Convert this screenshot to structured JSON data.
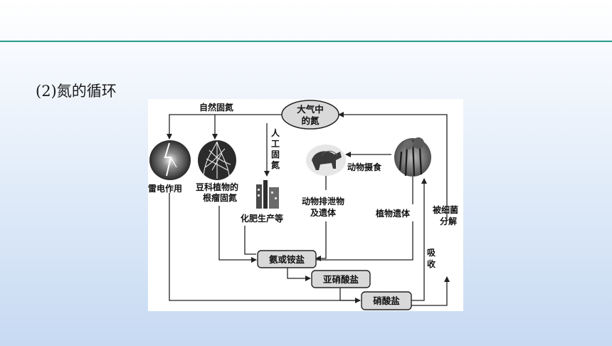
{
  "section_title": "(2)氮的循环",
  "nodes": {
    "atmosphere_line1": "大气中",
    "atmosphere_line2": "的氮",
    "lightning": "雷电作用",
    "legume_line1": "豆科植物的",
    "legume_line2": "根瘤固氮",
    "fertilizer": "化肥生产等",
    "animal_excreta_line1": "动物排泄物",
    "animal_excreta_line2": "及遗体",
    "plant_remains": "植物遗体",
    "bacteria_line1": "被细菌",
    "bacteria_line2": "分解",
    "ammonia": "氨或铵盐",
    "nitrite": "亚硝酸盐",
    "nitrate": "硝酸盐"
  },
  "arrows": {
    "natural_fixation": "自然固氮",
    "artificial_fixation": [
      "人",
      "工",
      "固",
      "氮"
    ],
    "animal_feeding": "动物摄食",
    "absorption": [
      "吸",
      "收"
    ]
  },
  "colors": {
    "divider": "#2a9d8f",
    "box_fill": "#d9d9d9",
    "line": "#222222"
  }
}
